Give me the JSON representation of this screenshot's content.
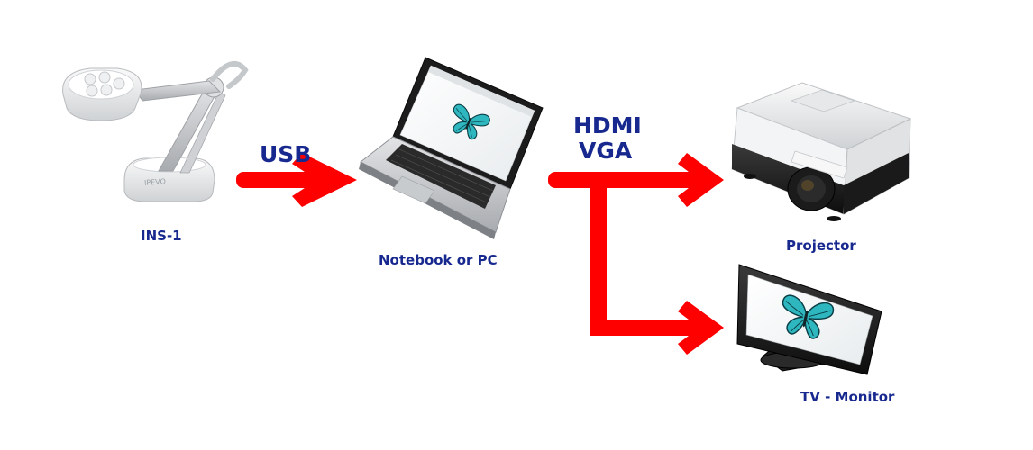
{
  "diagram": {
    "devices": {
      "camera": {
        "label": "INS-1",
        "brand_mark": "IPEVO"
      },
      "laptop": {
        "label": "Notebook or PC"
      },
      "projector": {
        "label": "Projector"
      },
      "monitor": {
        "label": "TV - Monitor"
      }
    },
    "connections": {
      "usb": {
        "label": "USB"
      },
      "video_out": {
        "line1": "HDMI",
        "line2": "VGA"
      }
    },
    "colors": {
      "arrow": "#ff0000",
      "label_text": "#17288f",
      "butterfly": "#2fb7bf"
    }
  }
}
